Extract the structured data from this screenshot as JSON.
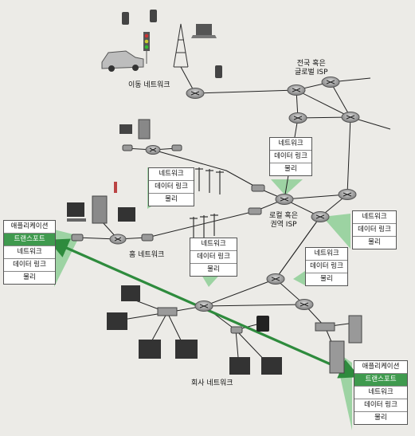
{
  "labels": {
    "mobile_network": "이동 네트워크",
    "global_isp": "전국 혹은\n글로벌 ISP",
    "regional_isp": "로컬 혹은\n권역 ISP",
    "home_network": "홈 네트워크",
    "enterprise_network": "회사 네트워크"
  },
  "stack_net_datalink_phys": [
    "네트워크",
    "데이터 링크",
    "물리"
  ],
  "host_stack": [
    "애플리케이션",
    "트랜스포트",
    "네트워크",
    "데이터 링크",
    "물리"
  ],
  "colors": {
    "highlight": "#3f9a4e",
    "arrow": "#2e8b3d",
    "router": "#8a8a8a",
    "callout": "#8fcf97"
  }
}
